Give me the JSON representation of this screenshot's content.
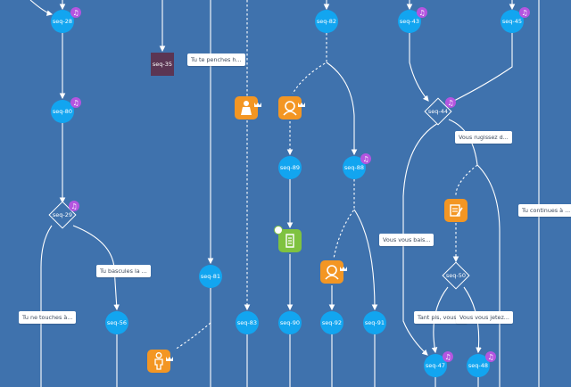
{
  "nodes": [
    {
      "id": "n28",
      "label": "seq-28"
    },
    {
      "id": "n80",
      "label": "seq-80"
    },
    {
      "id": "n56",
      "label": "seq-56"
    },
    {
      "id": "n81",
      "label": "seq-81"
    },
    {
      "id": "n83",
      "label": "seq-83"
    },
    {
      "id": "n82",
      "label": "seq-82"
    },
    {
      "id": "n89",
      "label": "seq-89"
    },
    {
      "id": "n90",
      "label": "seq-90"
    },
    {
      "id": "n88",
      "label": "seq-88"
    },
    {
      "id": "n92",
      "label": "seq-92"
    },
    {
      "id": "n91",
      "label": "seq-91"
    },
    {
      "id": "n43",
      "label": "seq-43"
    },
    {
      "id": "n45",
      "label": "seq-45"
    },
    {
      "id": "n47",
      "label": "seq-47"
    },
    {
      "id": "n48",
      "label": "seq-48"
    }
  ],
  "diamonds": [
    {
      "id": "d29",
      "label": "seq-29"
    },
    {
      "id": "d44",
      "label": "seq-44"
    },
    {
      "id": "d50",
      "label": "seq-50"
    }
  ],
  "squares": [
    {
      "id": "s35",
      "label": "seq-35"
    }
  ],
  "text_boxes": [
    {
      "id": "t1",
      "label": "Tu te penches h..."
    },
    {
      "id": "t2",
      "label": "Tu bascules la ..."
    },
    {
      "id": "t3",
      "label": "Tu ne touches à..."
    },
    {
      "id": "t4",
      "label": "Vous rugissez d..."
    },
    {
      "id": "t5",
      "label": "Tu continues à ..."
    },
    {
      "id": "t6",
      "label": "Vous vous bais..."
    },
    {
      "id": "t7",
      "label": "Tant pis, vous ..."
    },
    {
      "id": "t8",
      "label": "Vous vous jetez..."
    }
  ],
  "icons": {
    "music": "music-note-icon",
    "character": "character-icon",
    "script": "script-icon",
    "crown": "crown-icon"
  },
  "colors": {
    "background": "#3f72ad",
    "sequence_node": "#12a5f0",
    "condition_outline": "#ffffff",
    "square_node": "#5b3553",
    "music_badge": "#b455e0",
    "character_card": "#f39623",
    "script_card": "#7fc240",
    "label_box": "#ffffff",
    "edge": "#ffffff"
  }
}
